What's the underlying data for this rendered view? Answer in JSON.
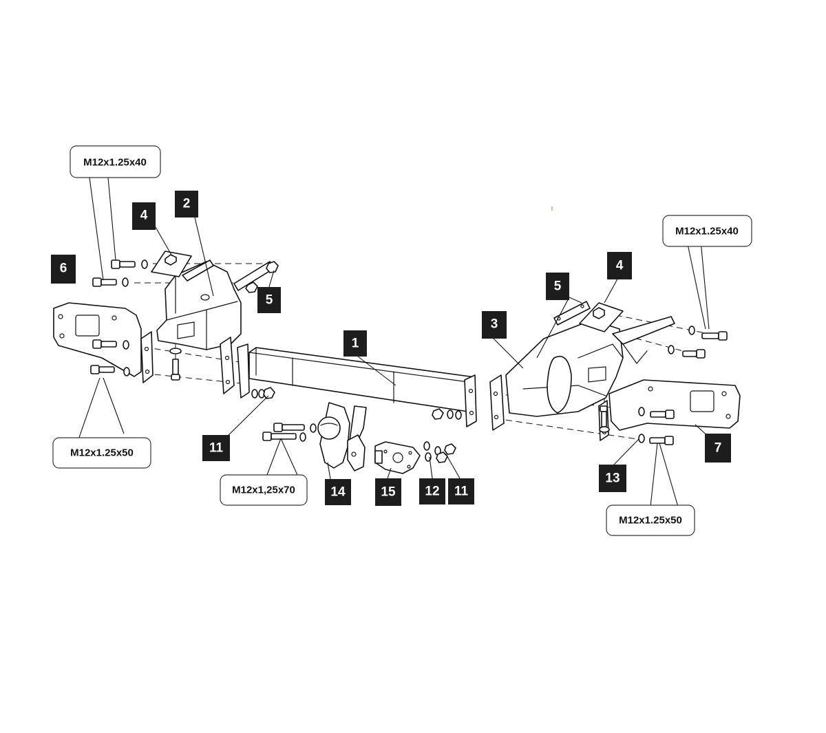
{
  "badges": {
    "b1": "1",
    "b2": "2",
    "b3": "3",
    "b4_left": "4",
    "b4_right": "4",
    "b5_left": "5",
    "b5_right": "5",
    "b6": "6",
    "b7": "7",
    "b11_left": "11",
    "b11_right": "11",
    "b12": "12",
    "b13": "13",
    "b14": "14",
    "b15": "15"
  },
  "callouts": {
    "bolt_top_left": "M12x1.25x40",
    "bolt_top_right": "M12x1.25x40",
    "bolt_bottom_left": "M12x1.25x50",
    "bolt_bottom_right": "M12x1.25x50",
    "bolt_ball": "M12x1,25x70"
  },
  "colors": {
    "badge_fill": "#1d1d1d",
    "badge_text": "#ffffff",
    "line": "#111111",
    "background": "#ffffff"
  }
}
